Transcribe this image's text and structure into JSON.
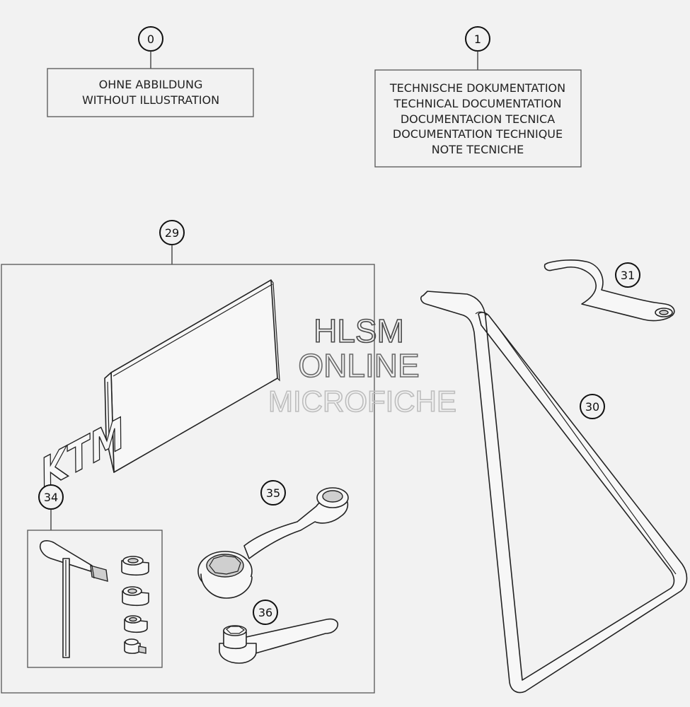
{
  "callouts": {
    "c0": "0",
    "c1": "1",
    "c29": "29",
    "c30": "30",
    "c31": "31",
    "c34": "34",
    "c35": "35",
    "c36": "36"
  },
  "box0": {
    "line1": "OHNE ABBILDUNG",
    "line2": "WITHOUT ILLUSTRATION"
  },
  "box1": {
    "line1": "TECHNISCHE DOKUMENTATION",
    "line2": "TECHNICAL DOCUMENTATION",
    "line3": "DOCUMENTACION TECNICA",
    "line4": "DOCUMENTATION TECHNIQUE",
    "line5": "NOTE TECNICHE"
  },
  "watermark": {
    "line1": "HLSM",
    "line2": "ONLINE",
    "line3": "MICROFICHE"
  },
  "pouch_logo": "KTM",
  "colors": {
    "background": "#f2f2f2",
    "line": "#222222"
  }
}
